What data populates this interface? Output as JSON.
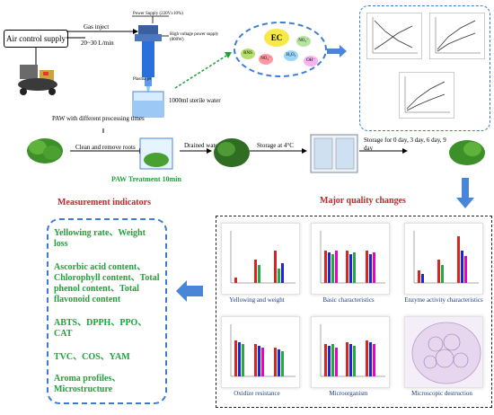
{
  "process": {
    "air_control_supply": "Air control supply",
    "gas_inject": "Gas inject",
    "flow_rate": "20~30 L/min",
    "power_supply": "Power Supply (220V±10%)",
    "hv_power_supply": "High voltage power supply (800W)",
    "plasma_jet": "Plasma jet",
    "sterile_water": "1000ml sterile water",
    "paw_note": "PAW with different processing times",
    "clean_roots": "Clean and remove roots",
    "paw_treatment": "PAW Treatment 10min",
    "drained_water": "Drained water",
    "storage_temp": "Storage at 4°C",
    "storage_days": "Storage for 0 day,  3 day,  6 day,  9 day"
  },
  "species": {
    "ec": "EC",
    "rns": "RNS",
    "no2": "NO₂⁻",
    "h2o2": "H₂O₂",
    "no3": "NO₃⁻",
    "oh": "OH⁻"
  },
  "measurement": {
    "title": "Measurement indicators",
    "items": [
      "Yellowing rate、Weight loss",
      "Ascorbic acid content、Chlorophyll content、Total phenol content、Total flavonoid content",
      "ABTS、DPPH、PPO、CAT",
      "TVC、COS、YAM",
      "Aroma profiles、Microstructure"
    ]
  },
  "quality": {
    "title": "Major quality changes",
    "captions": [
      "Yellowing and weight",
      "Basic characteristics",
      "Enzyme activity characteristics",
      "Oxidize resistance",
      "Microorganism",
      "Microscopic destruction"
    ]
  },
  "colors": {
    "red_heading": "#d2202a",
    "green_text": "#1ca33a",
    "blue_dash": "#3d7bd4",
    "arrow_blue": "#4a86d8",
    "plasma_blue": "#2a6fdb",
    "ec_yellow": "#f7e94a"
  }
}
